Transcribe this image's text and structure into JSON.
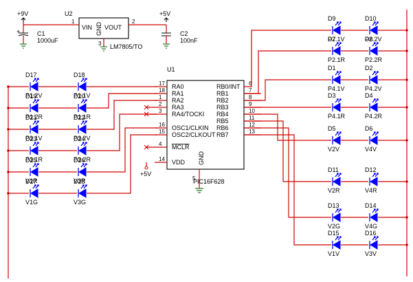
{
  "colors": {
    "wire": "#d00000",
    "component": "#0000ff",
    "body": "#000000",
    "ground": "#2a7a2a",
    "power_label": "#000000"
  },
  "power": {
    "vin": "+9V",
    "vout": "+5V",
    "vdd_supply": "+5V"
  },
  "regulator": {
    "ref": "U2",
    "part": "LM7805/TO",
    "pin_vin": "VIN",
    "pin_gnd": "GND",
    "pin_vout": "VOUT",
    "pin1": "1",
    "pin2": "2",
    "pin3": "3"
  },
  "capacitors": [
    {
      "ref": "C1",
      "value": "1000uF",
      "plus": "+"
    },
    {
      "ref": "C2",
      "value": "100nF"
    }
  ],
  "mcu": {
    "ref": "U1",
    "part": "PIC16F628",
    "gnd_label": "GND",
    "gnd_pin": "5",
    "left_pins": [
      {
        "num": "17",
        "name": "RA0"
      },
      {
        "num": "18",
        "name": "RA1"
      },
      {
        "num": "1",
        "name": "RA2"
      },
      {
        "num": "2",
        "name": "RA3"
      },
      {
        "num": "3",
        "name": "RA4/TOCKI"
      },
      {
        "num": "16",
        "name": "OSC1/CLKIN"
      },
      {
        "num": "15",
        "name": "OSC2/CLKOUT"
      },
      {
        "num": "4",
        "name": "MCLR"
      },
      {
        "num": "14",
        "name": "VDD"
      }
    ],
    "right_pins": [
      {
        "num": "6",
        "name": "RB0/INT"
      },
      {
        "num": "7",
        "name": "RB1"
      },
      {
        "num": "8",
        "name": "RB2"
      },
      {
        "num": "9",
        "name": "RB3"
      },
      {
        "num": "10",
        "name": "RB4"
      },
      {
        "num": "11",
        "name": "RB5"
      },
      {
        "num": "12",
        "name": "RB6"
      },
      {
        "num": "13",
        "name": "RB7"
      }
    ]
  },
  "leds_left": [
    {
      "ref": "D17",
      "label": "P1.2V"
    },
    {
      "ref": "D18",
      "label": "P1.1V"
    },
    {
      "ref": "D19",
      "label": "P1.2R"
    },
    {
      "ref": "D20",
      "label": "P1.1R"
    },
    {
      "ref": "D21",
      "label": "P3.1V"
    },
    {
      "ref": "D22",
      "label": "P3.2V"
    },
    {
      "ref": "D23",
      "label": "P3.1R"
    },
    {
      "ref": "D24",
      "label": "P3.2R"
    },
    {
      "ref": "D25",
      "label": "V1R"
    },
    {
      "ref": "D26",
      "label": "V3R"
    },
    {
      "ref": "D27",
      "label": "V1G"
    },
    {
      "ref": "D28",
      "label": "V3G"
    }
  ],
  "leds_right": [
    {
      "ref": "D9",
      "label": "P2.1V"
    },
    {
      "ref": "D10",
      "label": "P2.2V"
    },
    {
      "ref": "D7",
      "label": "P2.1R"
    },
    {
      "ref": "D8",
      "label": "P2.2R"
    },
    {
      "ref": "D1",
      "label": "P4.1V"
    },
    {
      "ref": "D2",
      "label": "P4.2V"
    },
    {
      "ref": "D3",
      "label": "P4.1R"
    },
    {
      "ref": "D4",
      "label": "P4.2R"
    },
    {
      "ref": "D5",
      "label": "V2V"
    },
    {
      "ref": "D6",
      "label": "V4V"
    },
    {
      "ref": "D11",
      "label": "V2R"
    },
    {
      "ref": "D12",
      "label": "V4R"
    },
    {
      "ref": "D13",
      "label": "V2G"
    },
    {
      "ref": "D14",
      "label": "V4G"
    },
    {
      "ref": "D15",
      "label": "V1V"
    },
    {
      "ref": "D16",
      "label": "V3V"
    }
  ]
}
